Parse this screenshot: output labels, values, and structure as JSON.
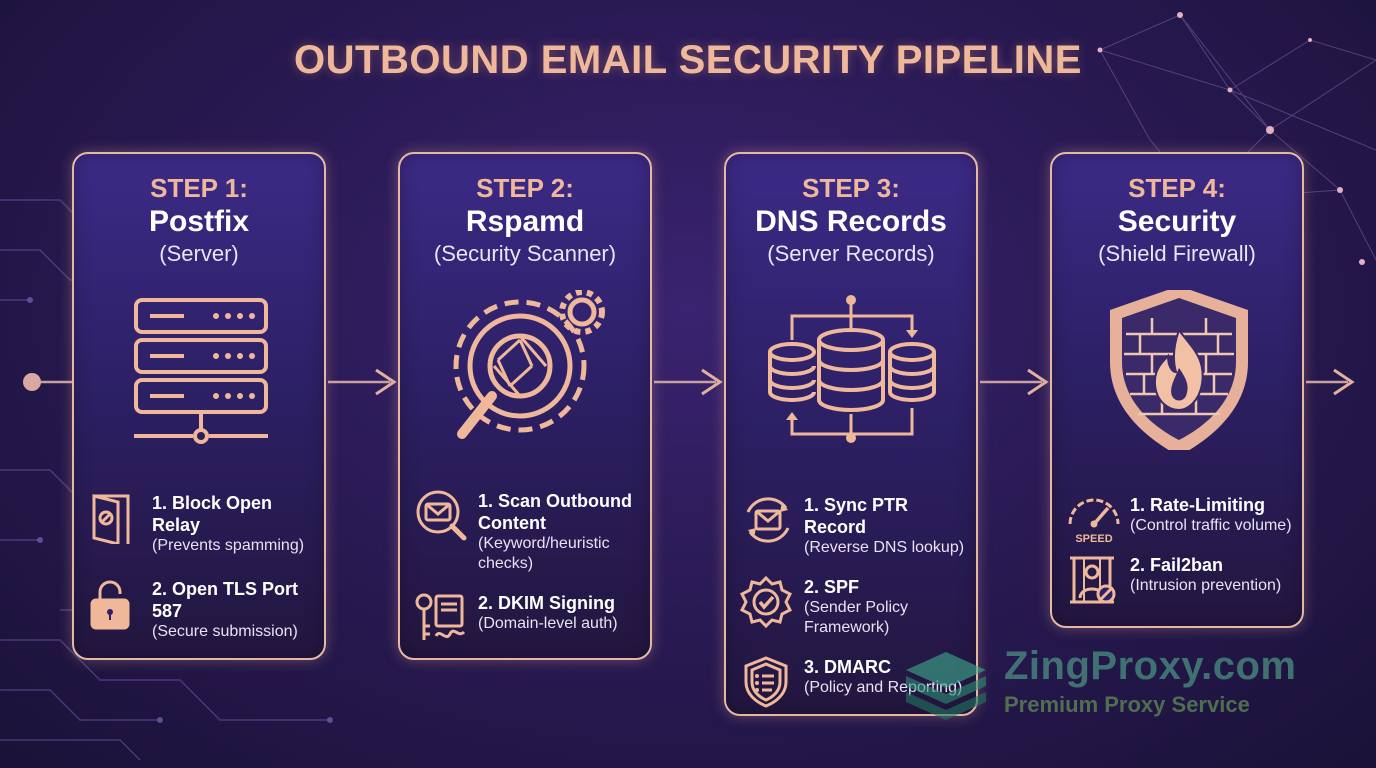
{
  "title": "OUTBOUND EMAIL SECURITY PIPELINE",
  "steps": [
    {
      "label": "STEP 1:",
      "name": "Postfix",
      "sub": "(Server)",
      "icon": "server-rack-icon",
      "items": [
        {
          "title": "1. Block Open Relay",
          "desc": "(Prevents spamming)",
          "icon": "blocked-door-icon"
        },
        {
          "title": "2. Open TLS Port 587",
          "desc": "(Secure submission)",
          "icon": "padlock-icon"
        }
      ]
    },
    {
      "label": "STEP 2:",
      "name": "Rspamd",
      "sub": "(Security Scanner)",
      "icon": "gear-magnifier-icon",
      "items": [
        {
          "title": "1. Scan Outbound Content",
          "desc": "(Keyword/heuristic checks)",
          "icon": "envelope-magnifier-icon"
        },
        {
          "title": "2. DKIM Signing",
          "desc": "(Domain-level auth)",
          "icon": "key-signature-icon"
        }
      ]
    },
    {
      "label": "STEP 3:",
      "name": "DNS Records",
      "sub": "(Server Records)",
      "icon": "database-sync-icon",
      "items": [
        {
          "title": "1. Sync PTR Record",
          "desc": "(Reverse DNS lookup)",
          "icon": "envelope-sync-icon"
        },
        {
          "title": "2. SPF",
          "desc": "(Sender Policy Framework)",
          "icon": "check-badge-icon"
        },
        {
          "title": "3. DMARC",
          "desc": "(Policy and Reporting)",
          "icon": "shield-list-icon"
        }
      ]
    },
    {
      "label": "STEP 4:",
      "name": "Security",
      "sub": "(Shield Firewall)",
      "icon": "firewall-shield-icon",
      "items": [
        {
          "title": "1. Rate-Limiting",
          "desc": "(Control traffic volume)",
          "icon": "speedometer-icon",
          "icon_text": "SPEED"
        },
        {
          "title": "2. Fail2ban",
          "desc": "(Intrusion prevention)",
          "icon": "jailed-user-icon"
        }
      ]
    }
  ],
  "watermark": {
    "name": "ZingProxy.com",
    "tagline": "Premium Proxy Service",
    "icon": "zingproxy-logo-icon"
  },
  "colors": {
    "accent": "#f0b89a",
    "line": "#c9a0a0",
    "card_border": "#e6b8a2",
    "bg_dark": "#1a1238",
    "bg_mid": "#3a2370"
  }
}
